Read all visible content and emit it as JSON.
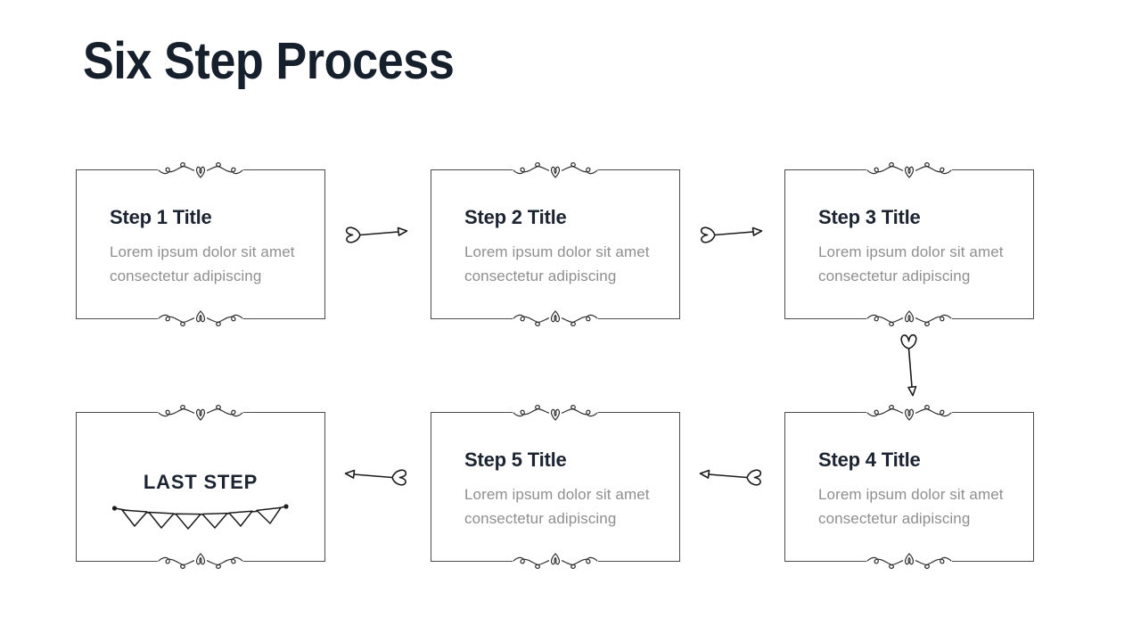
{
  "slide": {
    "title": "Six Step Process",
    "background": "#ffffff",
    "colors": {
      "heading_text": "#161f2c",
      "card_border": "#4d4d4d",
      "card_title_text": "#1b2430",
      "card_body_text": "#8f8f8f",
      "ink": "#1c1c1c"
    },
    "cards": [
      {
        "title": "Step 1 Title",
        "body": "Lorem ipsum dolor sit amet consectetur adipiscing"
      },
      {
        "title": "Step 2 Title",
        "body": "Lorem ipsum dolor sit amet consectetur adipiscing"
      },
      {
        "title": "Step 3 Title",
        "body": "Lorem ipsum dolor sit amet consectetur adipiscing"
      },
      {
        "title": "Step 4 Title",
        "body": "Lorem ipsum dolor sit amet consectetur adipiscing"
      },
      {
        "title": "Step 5 Title",
        "body": "Lorem ipsum dolor sit amet consectetur adipiscing"
      },
      {
        "title": "LAST STEP"
      }
    ],
    "icons": {
      "flourish": "calligraphic-divider",
      "arrow_right": "hand-drawn-arrow-right",
      "arrow_left": "hand-drawn-arrow-left",
      "arrow_down": "hand-drawn-arrow-down",
      "bunting": "pennant-banner"
    },
    "connectors": [
      {
        "from": "step-1",
        "to": "step-2",
        "direction": "right"
      },
      {
        "from": "step-2",
        "to": "step-3",
        "direction": "right"
      },
      {
        "from": "step-3",
        "to": "step-4",
        "direction": "down"
      },
      {
        "from": "step-4",
        "to": "step-5",
        "direction": "left"
      },
      {
        "from": "step-5",
        "to": "last-step",
        "direction": "left"
      }
    ]
  }
}
